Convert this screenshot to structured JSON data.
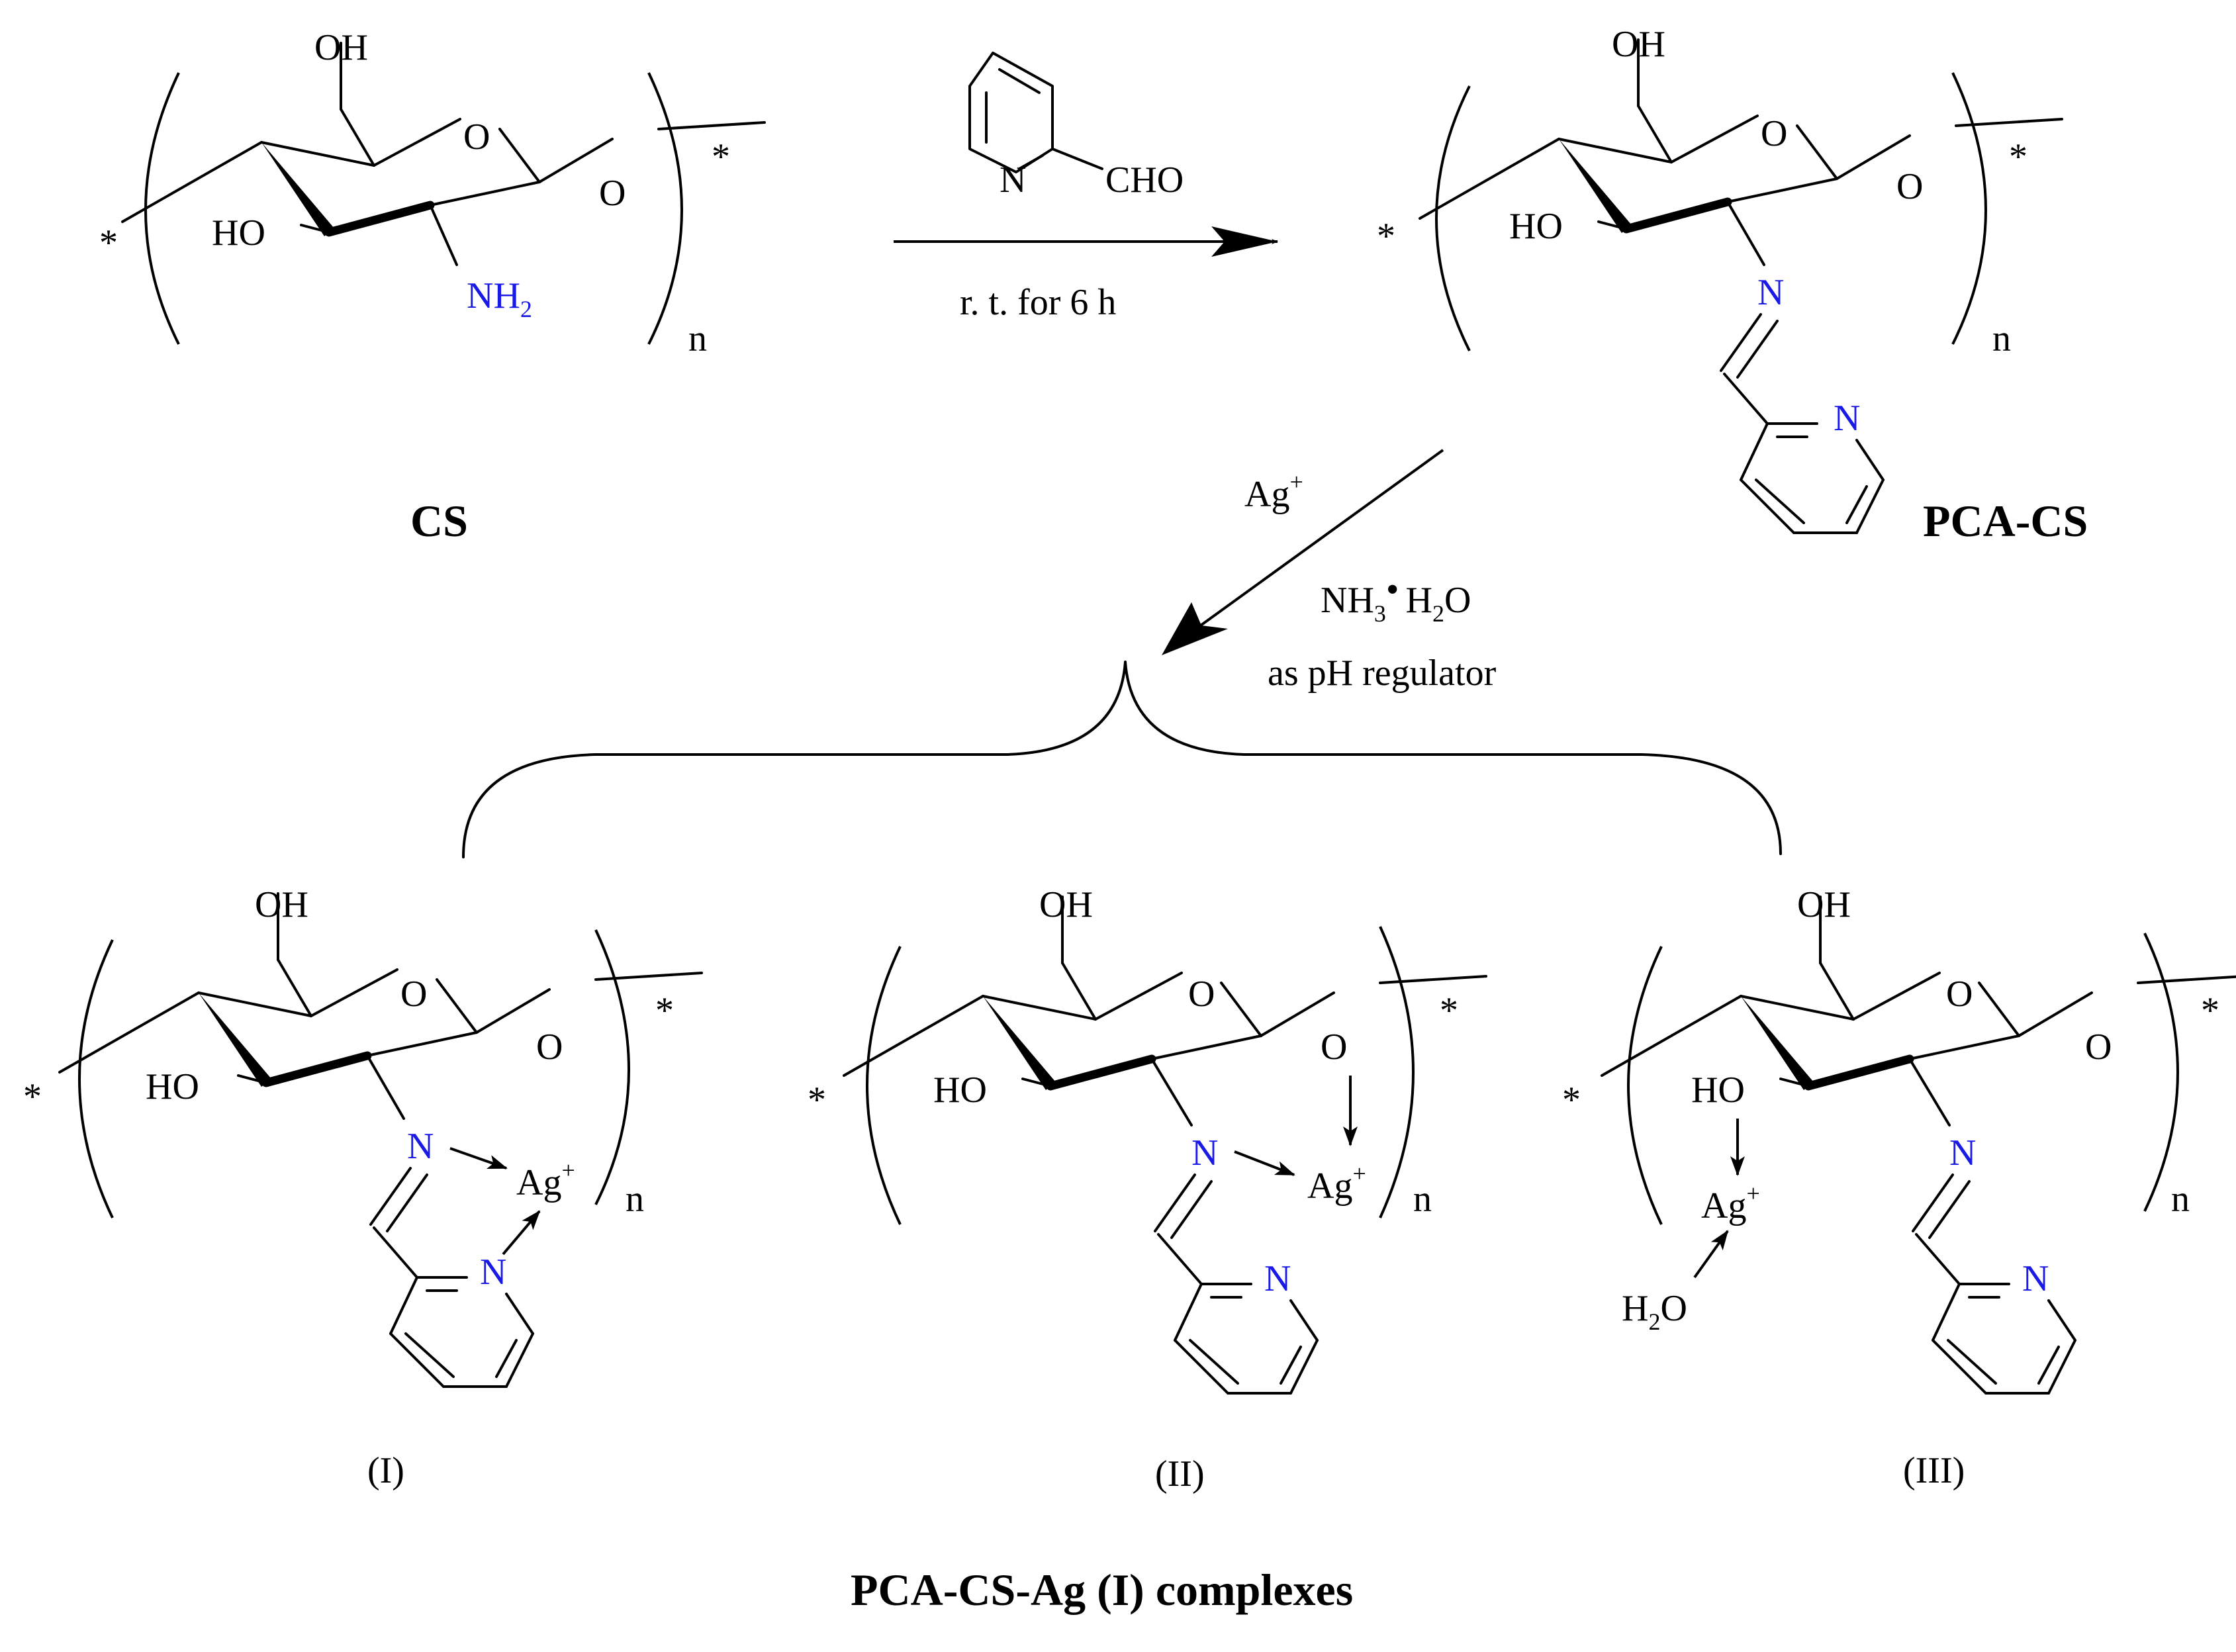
{
  "labels": {
    "cs": "CS",
    "pca_cs": "PCA-CS",
    "complexes_title": "PCA-CS-Ag (I) complexes",
    "complex_1": "(I)",
    "complex_2": "(II)",
    "complex_3": "(III)"
  },
  "reaction_1": {
    "reagent_N": "N",
    "reagent_CHO": "CHO",
    "condition": "r. t. for 6 h"
  },
  "reaction_2": {
    "ion": "Ag",
    "ion_charge": "+",
    "base_prefix": "NH",
    "base_sub": "3",
    "base_dot": "•",
    "water_prefix": "H",
    "water_sub": "2",
    "water_suffix": "O",
    "condition": "as pH regulator"
  },
  "atoms": {
    "OH": "OH",
    "HO": "HO",
    "O": "O",
    "N": "N",
    "star": "*",
    "n": "n",
    "NH": "NH",
    "sub2": "2",
    "Ag": "Ag",
    "plus": "+",
    "H": "H",
    "Ocap": "O"
  },
  "colors": {
    "nitrogen": "#1a1ae6",
    "bond": "#000000"
  }
}
